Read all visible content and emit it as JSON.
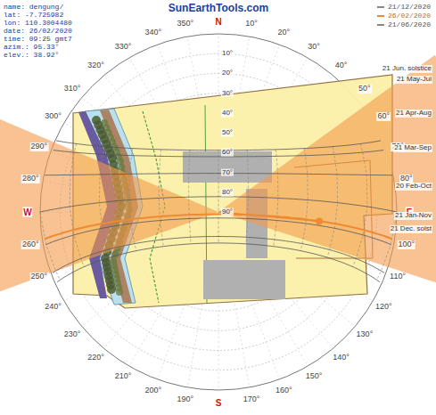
{
  "diagram": {
    "title": "SunEarthTools.com",
    "labels": [
      "name: dengung/",
      "lat: -7.725982",
      "lon: 110.3004480",
      "date: 26/02/2020",
      "time: 09:25 gmt7",
      "azim.: 95.33°",
      "elev.: 38.92°",
      "N",
      "E",
      "S",
      "W",
      "10°",
      "20°",
      "30°",
      "40°",
      "50°",
      "60°",
      "70°",
      "80°",
      "100°",
      "110°",
      "120°",
      "130°",
      "140°",
      "150°",
      "160°",
      "170°",
      "190°",
      "200°",
      "210°",
      "220°",
      "230°",
      "240°",
      "250°",
      "260°",
      "280°",
      "290°",
      "300°",
      "310°",
      "320°",
      "330°",
      "340°",
      "350°",
      "10°",
      "20°",
      "30°",
      "40°",
      "50°",
      "60°",
      "70°",
      "80°",
      "90°",
      "21 Jun. solstice",
      "21 May-Jul",
      "21 Apr-Aug",
      "21 Mar-Sep",
      "20 Feb-Oct",
      "21 Jan-Nov",
      "21 Dec. solst"
    ],
    "legend": [
      {
        "text": "21/12/2020",
        "color": "#888888"
      },
      {
        "text": "26/02/2020",
        "color": "#f08a30"
      },
      {
        "text": "21/06/2020",
        "color": "#888888"
      }
    ]
  }
}
